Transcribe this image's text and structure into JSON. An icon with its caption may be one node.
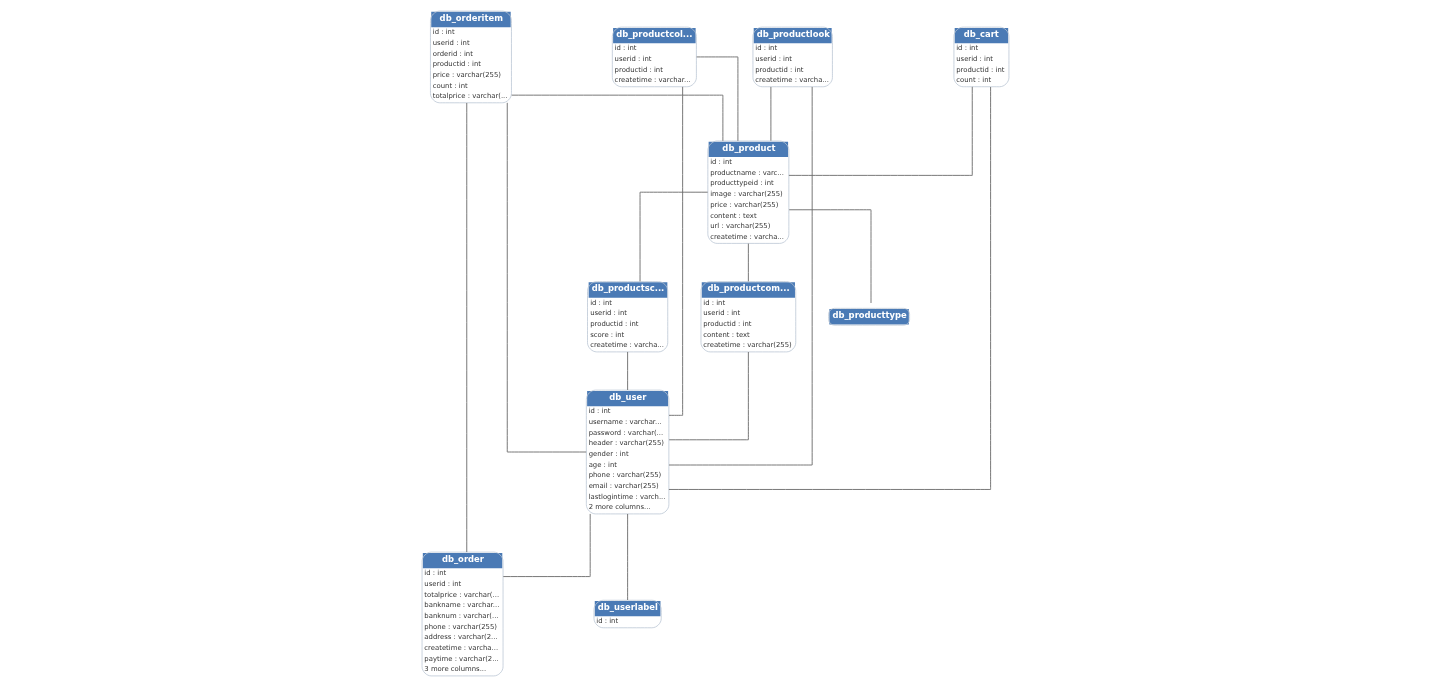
{
  "diagram": {
    "nodes": [
      {
        "text": [
          "db_orderitem",
          "id : int",
          "userid : int",
          "orderid : int",
          "productid : int",
          "price : varchar(255)",
          "count : int",
          "totalprice : varchar(..."
        ]
      },
      {
        "text": [
          "db_productcol...",
          "id : int",
          "userid : int",
          "productid : int",
          "createtime : varchar..."
        ]
      },
      {
        "text": [
          "db_productlook",
          "id : int",
          "userid : int",
          "productid : int",
          "createtime : varcha..."
        ]
      },
      {
        "text": [
          "db_cart",
          "id : int",
          "userid : int",
          "productid : int",
          "count : int"
        ]
      },
      {
        "text": [
          "db_product",
          "id : int",
          "productname : varc...",
          "producttypeid : int",
          "image : varchar(255)",
          "price : varchar(255)",
          "content : text",
          "url : varchar(255)",
          "createtime : varcha..."
        ]
      },
      {
        "text": [
          "db_productsc...",
          "id : int",
          "userid : int",
          "productid : int",
          "score : int",
          "createtime : varcha..."
        ]
      },
      {
        "text": [
          "db_user",
          "id : int",
          "username : varchar...",
          "password : varchar(...",
          "header : varchar(255)",
          "gender : int",
          "age : int",
          "phone : varchar(255)",
          "email : varchar(255)",
          "lastlogintime : varch...",
          "2 more columns..."
        ]
      },
      {
        "text": [
          "db_order",
          "id : int",
          "userid : int",
          "totalprice : varchar(...",
          "bankname : varchar...",
          "banknum : varchar(...",
          "phone : varchar(255)",
          "address : varchar(2...",
          "createtime : varcha...",
          "paytime : varchar(2...",
          "3 more columns..."
        ]
      },
      {
        "text": [
          "db_productcom...",
          "id : int",
          "userid : int",
          "productid : int",
          "content : text",
          "createtime : varchar(255)"
        ]
      },
      {
        "text": [
          "db_producttype"
        ]
      },
      {
        "text": [
          "db_userlabel",
          "id : int"
        ]
      }
    ],
    "edges": [
      {
        "from": 0,
        "to": 4,
        "arrow": "none"
      },
      {
        "from": 0,
        "to": 7,
        "arrow": "none"
      },
      {
        "from": 0,
        "to": 6,
        "arrow": "none"
      },
      {
        "from": 1,
        "to": 4,
        "arrow": "none"
      },
      {
        "from": 1,
        "to": 6,
        "arrow": "none"
      },
      {
        "from": 2,
        "to": 4,
        "arrow": "none"
      },
      {
        "from": 2,
        "to": 6,
        "arrow": "none"
      },
      {
        "from": 3,
        "to": 4,
        "arrow": "none"
      },
      {
        "from": 3,
        "to": 6,
        "arrow": "none"
      },
      {
        "from": 4,
        "to": 5,
        "arrow": "none"
      },
      {
        "from": 5,
        "to": 6,
        "arrow": "none"
      },
      {
        "from": 4,
        "to": 8,
        "arrow": "none"
      },
      {
        "from": 8,
        "to": 6,
        "arrow": "none"
      },
      {
        "from": 4,
        "to": 9,
        "arrow": "none"
      },
      {
        "from": 6,
        "to": 7,
        "arrow": "none"
      },
      {
        "from": 6,
        "to": 10,
        "arrow": "none"
      }
    ]
  }
}
